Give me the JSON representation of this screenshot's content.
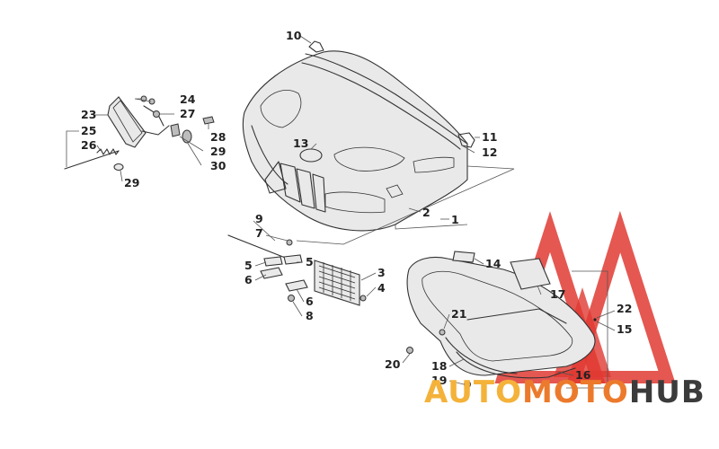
{
  "colors": {
    "logo_red": "#e03a32",
    "logo_yellow": "#f4b23a",
    "logo_orange": "#ec7a2c",
    "logo_dark": "#3b3b3b"
  },
  "watermark": {
    "part1": "AUTO",
    "part2": "MOTO",
    "part3": "HUB"
  },
  "callouts": {
    "c1": "1",
    "c2": "2",
    "c3": "3",
    "c4": "4",
    "c5a": "5",
    "c5b": "5",
    "c6a": "6",
    "c6b": "6",
    "c7": "7",
    "c8": "8",
    "c9": "9",
    "c10": "10",
    "c11": "11",
    "c12": "12",
    "c13": "13",
    "c14": "14",
    "c15": "15",
    "c16": "16",
    "c17": "17",
    "c18": "18",
    "c19": "19",
    "c20": "20",
    "c21": "21",
    "c22": "22",
    "c23": "23",
    "c24": "24",
    "c25": "25",
    "c26": "26",
    "c27": "27",
    "c28": "28",
    "c29a": "29",
    "c29b": "29",
    "c30": "30"
  }
}
